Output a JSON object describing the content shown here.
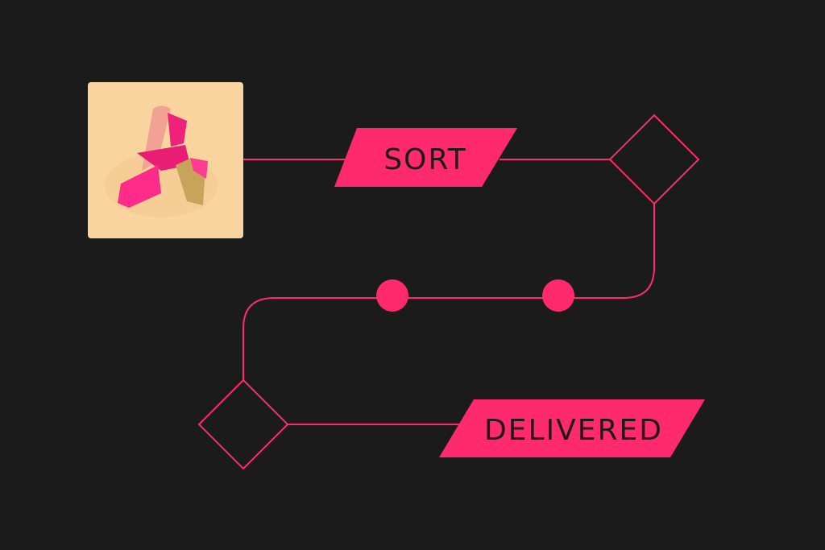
{
  "colors": {
    "background": "#1b1b1b",
    "accent": "#ff2a6d",
    "photo_bg": "#f9d49f",
    "text": "#1b1b1b"
  },
  "steps": {
    "sort_label": "SORT",
    "delivered_label": "DELIVERED"
  },
  "product_image": {
    "icon": "pink-sandals-photo"
  }
}
